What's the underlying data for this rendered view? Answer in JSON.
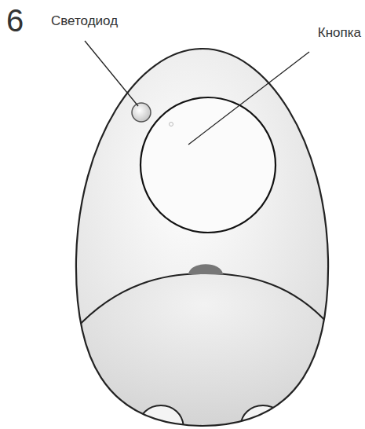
{
  "diagram": {
    "labels": [
      "6",
      "Светодиод",
      "Кнопка"
    ]
  }
}
